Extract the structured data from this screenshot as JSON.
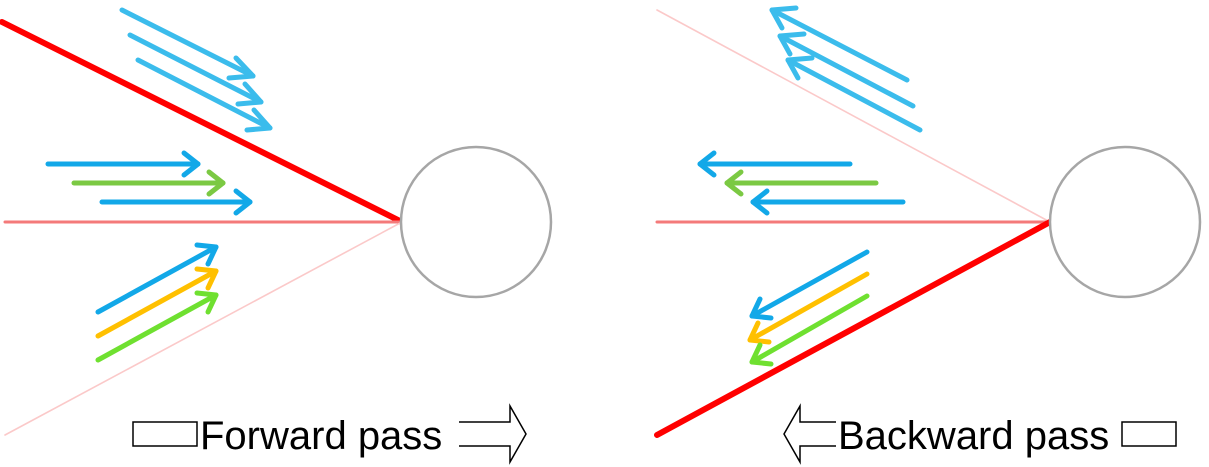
{
  "colors": {
    "edge_strong": "#ff0000",
    "edge_medium": "#f47a7a",
    "edge_faint": "#fbc9c9",
    "node_stroke": "#a6a6a6",
    "arrow_sky": "#3bbcec",
    "arrow_blue": "#12a8e8",
    "arrow_green": "#7bc943",
    "arrow_yellow": "#ffc000",
    "arrow_lime": "#6fe030",
    "outline": "#000000"
  },
  "panels": [
    {
      "name": "forward",
      "label": "Forward pass",
      "direction": "right",
      "top_edge": "strong",
      "middle_edge": "medium",
      "bottom_edge": "faint",
      "top_arrows": [
        "arrow_sky",
        "arrow_sky",
        "arrow_sky"
      ],
      "middle_arrows": [
        "arrow_blue",
        "arrow_green",
        "arrow_blue"
      ],
      "bottom_arrows": [
        "arrow_blue",
        "arrow_yellow",
        "arrow_lime"
      ]
    },
    {
      "name": "backward",
      "label": "Backward pass",
      "direction": "left",
      "top_edge": "faint",
      "middle_edge": "medium",
      "bottom_edge": "strong",
      "top_arrows": [
        "arrow_sky",
        "arrow_sky",
        "arrow_sky"
      ],
      "middle_arrows": [
        "arrow_blue",
        "arrow_green",
        "arrow_blue"
      ],
      "bottom_arrows": [
        "arrow_blue",
        "arrow_yellow",
        "arrow_lime"
      ]
    }
  ]
}
